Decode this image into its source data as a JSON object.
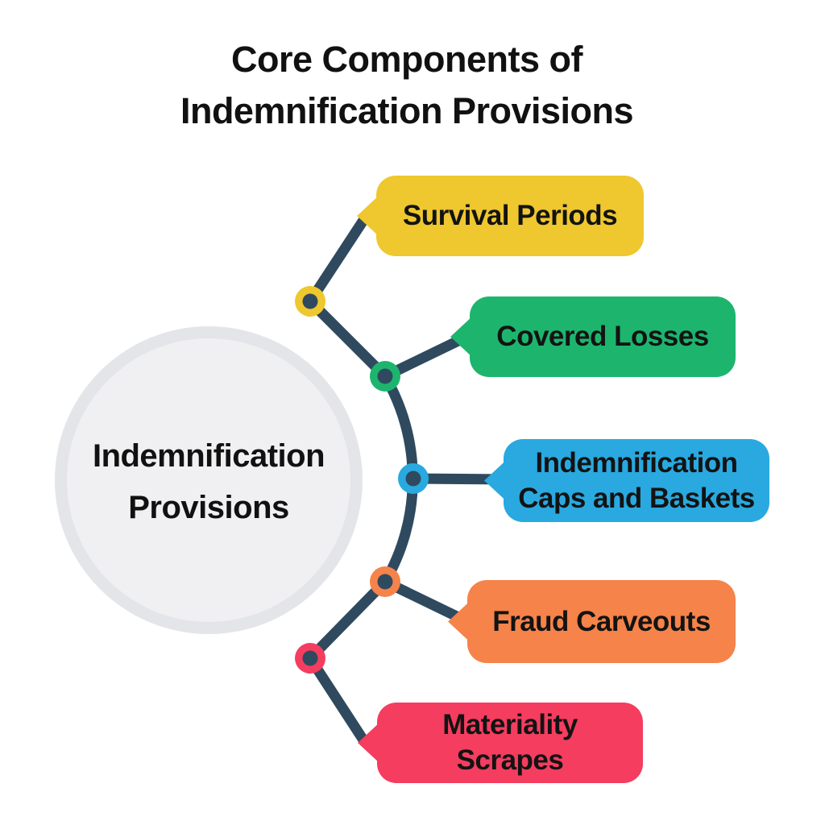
{
  "title": {
    "line1": "Core Components of",
    "line2": "Indemnification Provisions"
  },
  "center": {
    "line1": "Indemnification",
    "line2": "Provisions"
  },
  "branches": [
    {
      "id": "survival-periods",
      "label": "Survival Periods",
      "color": "#EFC72E"
    },
    {
      "id": "covered-losses",
      "label": "Covered Losses",
      "color": "#1DB56D"
    },
    {
      "id": "caps-and-baskets",
      "label": "Indemnification Caps and Baskets",
      "color": "#29A9E0"
    },
    {
      "id": "fraud-carveouts",
      "label": "Fraud Carveouts",
      "color": "#F5834A"
    },
    {
      "id": "materiality-scrapes",
      "label": "Materiality Scrapes",
      "color": "#F43D5F"
    }
  ],
  "colors": {
    "line": "#2F4A5F",
    "circle-ring": "#E4E5E8",
    "circle-fill": "#F0F0F2",
    "text": "#141414",
    "survival": "#EFC72E",
    "covered": "#1DB56D",
    "caps": "#29A9E0",
    "fraud": "#F5834A",
    "materiality": "#F43D5F",
    "bg": "#FFFFFF"
  }
}
